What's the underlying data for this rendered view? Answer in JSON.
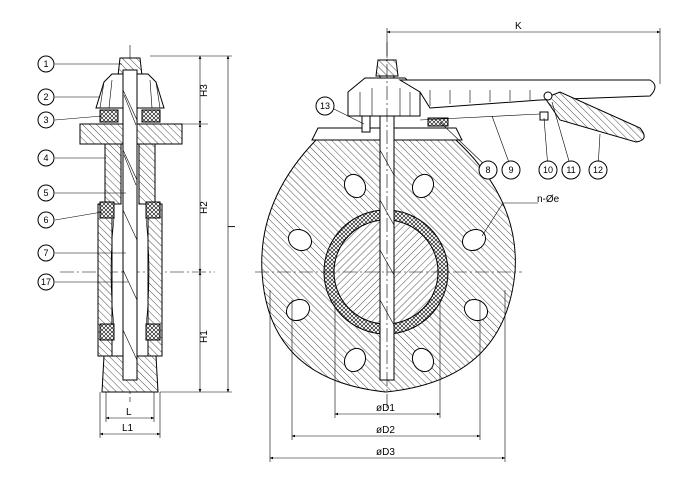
{
  "callouts_left": [
    "1",
    "2",
    "3",
    "4",
    "5",
    "6",
    "7",
    "17"
  ],
  "callouts_right": [
    "13",
    "8",
    "9",
    "10",
    "11",
    "12"
  ],
  "dimensions": {
    "h3": "H3",
    "h2": "H2",
    "h1": "H1",
    "total_height": "I",
    "l": "L",
    "l1": "L1",
    "k": "K",
    "bolt_holes": "n-Øe",
    "d1": "øD1",
    "d2": "øD2",
    "d3": "øD3"
  }
}
